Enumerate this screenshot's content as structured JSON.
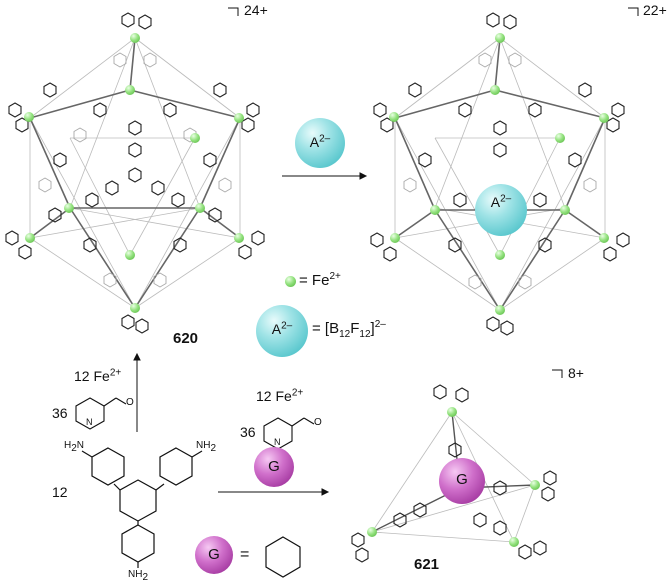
{
  "charges": {
    "cage620": "24+",
    "product22": "22+",
    "cage621": "8+"
  },
  "labels": {
    "compound620": "620",
    "compound621": "621"
  },
  "anion": {
    "symbol": "A",
    "charge": "2–",
    "legend_equals": "= [B",
    "b_sub": "12",
    "f_text": "F",
    "f_sub": "12",
    "close": "]",
    "formula_charge": "2–"
  },
  "iron": {
    "legend_equals": "= Fe",
    "charge": "2+"
  },
  "reagents_left": {
    "fe_count": "12 Fe",
    "fe_charge": "2+",
    "aldehyde_count": "36",
    "amine_count": "12"
  },
  "reagents_right": {
    "fe_count": "12 Fe",
    "fe_charge": "2+",
    "aldehyde_count": "36"
  },
  "guest": {
    "symbol": "G",
    "legend_equals": "="
  },
  "amine_groups": {
    "nh2": "H",
    "nh2_sub": "2",
    "n": "N"
  },
  "colors": {
    "anion_ball": "#5ec9cf",
    "guest_ball": "#a53aa1",
    "iron_ball": "#94e27f"
  }
}
